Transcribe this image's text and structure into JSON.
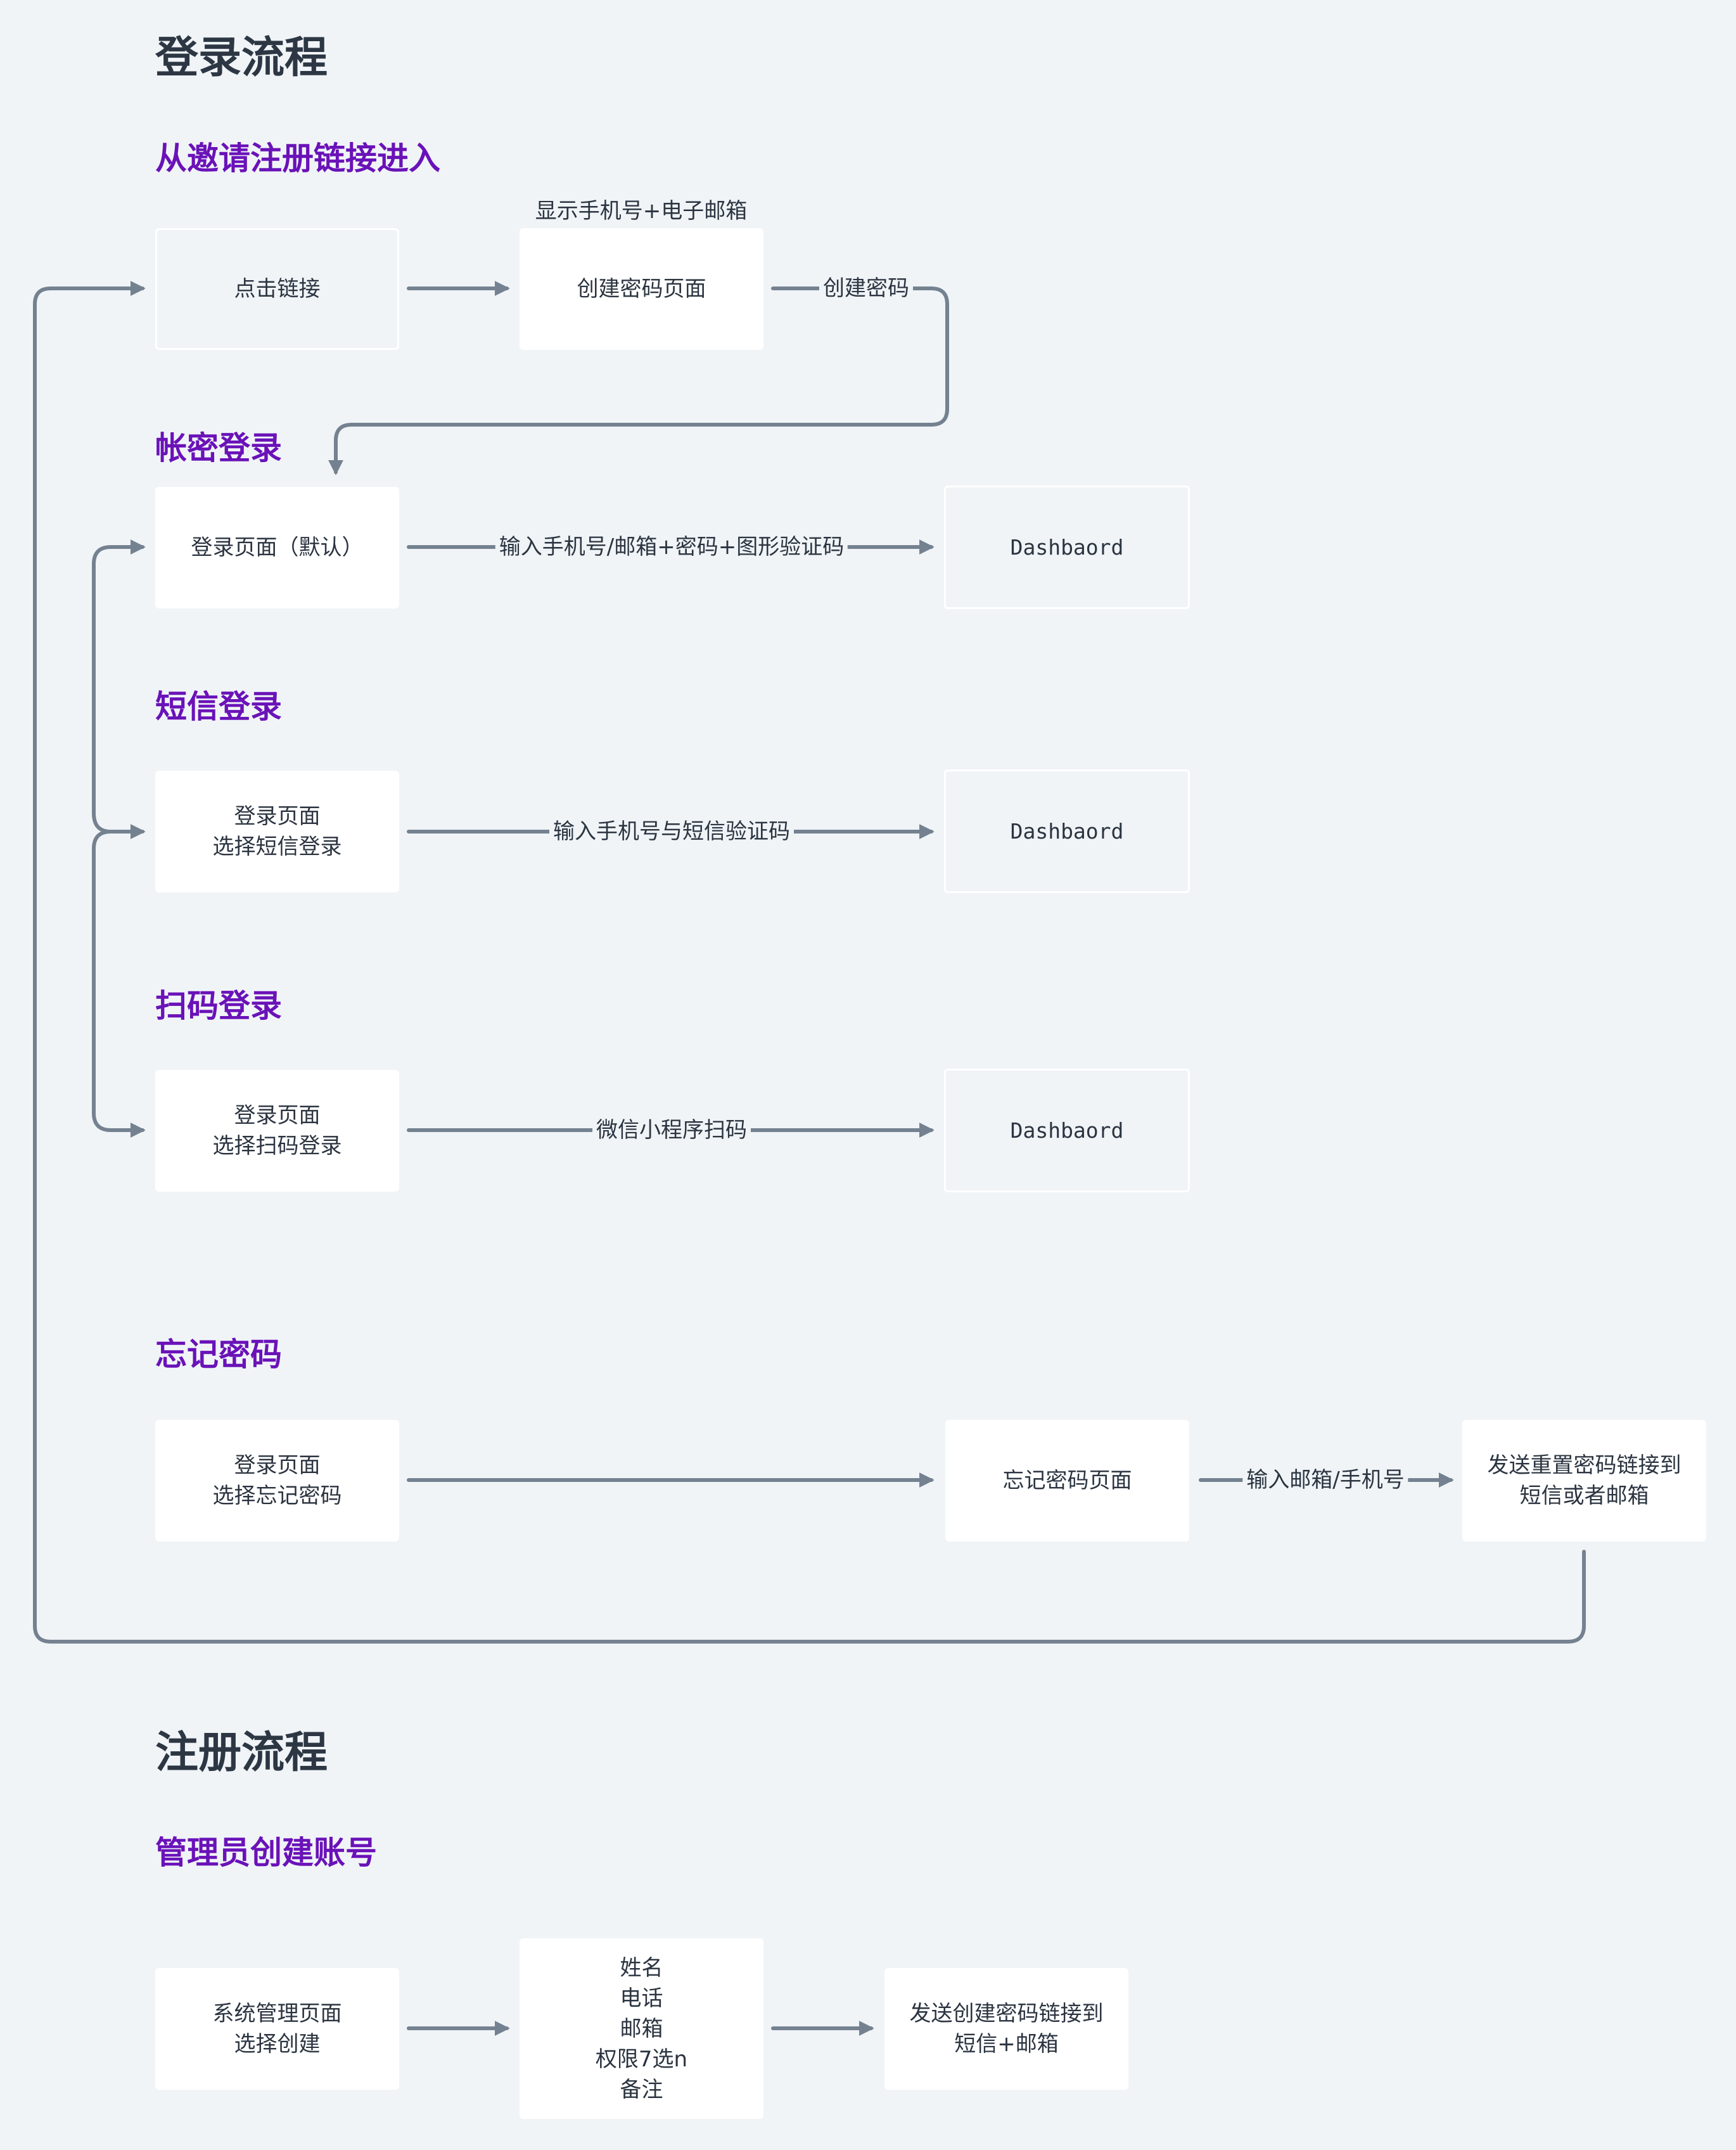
{
  "login_flow": {
    "title": "登录流程",
    "invite": {
      "heading": "从邀请注册链接进入",
      "click_link": "点击链接",
      "create_password_page": "创建密码页面",
      "page_note": "显示手机号+电子邮箱",
      "create_password_edge": "创建密码"
    },
    "account_login": {
      "heading": "帐密登录",
      "start": "登录页面（默认）",
      "edge": "输入手机号/邮箱+密码+图形验证码",
      "result": "Dashbaord"
    },
    "sms_login": {
      "heading": "短信登录",
      "start": "登录页面\n选择短信登录",
      "edge": "输入手机号与短信验证码",
      "result": "Dashbaord"
    },
    "qr_login": {
      "heading": "扫码登录",
      "start": "登录页面\n选择扫码登录",
      "edge": "微信小程序扫码",
      "result": "Dashbaord"
    },
    "forgot_password": {
      "heading": "忘记密码",
      "start": "登录页面\n选择忘记密码",
      "page": "忘记密码页面",
      "edge": "输入邮箱/手机号",
      "result": "发送重置密码链接到\n短信或者邮箱"
    }
  },
  "register_flow": {
    "title": "注册流程",
    "admin_create": {
      "heading": "管理员创建账号",
      "start": "系统管理页面\n选择创建",
      "fields": "姓名\n电话\n邮箱\n权限7选n\n备注",
      "result": "发送创建密码链接到\n短信+邮箱"
    }
  },
  "colors": {
    "background": "#f0f4f7",
    "heading_section": "#2d3744",
    "heading_sub": "#6a12b8",
    "connector": "#748190",
    "box": "#ffffff"
  }
}
